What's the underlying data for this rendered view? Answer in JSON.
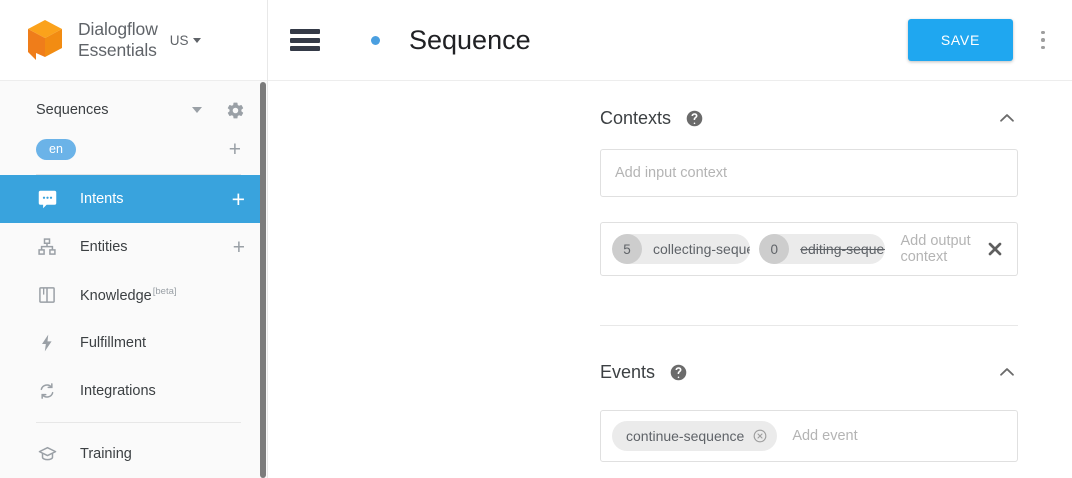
{
  "brand": {
    "logo_icon": "dialogflow-cube-logo",
    "name_line1": "Dialogflow",
    "name_line2": "Essentials",
    "region_label": "US",
    "region_caret_icon": "caret-down-icon",
    "logo_color": "#f07c1a",
    "logo_top_color": "#fba21b"
  },
  "sidebar": {
    "agent": {
      "name": "Sequences",
      "caret_icon": "caret-down-icon",
      "gear_icon": "gear-icon"
    },
    "language": {
      "code": "en",
      "add_icon": "plus-icon",
      "pill_color": "#6bb3e8"
    },
    "nav": [
      {
        "label": "Intents",
        "icon": "speech-bubble-icon",
        "active": true,
        "add": true,
        "beta": false
      },
      {
        "label": "Entities",
        "icon": "hierarchy-icon",
        "active": false,
        "add": true,
        "beta": false
      },
      {
        "label": "Knowledge",
        "icon": "book-icon",
        "active": false,
        "add": false,
        "beta": true,
        "beta_label": "[beta]"
      },
      {
        "label": "Fulfillment",
        "icon": "lightning-bolt-icon",
        "active": false,
        "add": false,
        "beta": false
      },
      {
        "label": "Integrations",
        "icon": "sync-arrows-icon",
        "active": false,
        "add": false,
        "beta": false
      },
      {
        "label": "Training",
        "icon": "graduation-cap-icon",
        "active": false,
        "add": false,
        "beta": false
      }
    ],
    "active_color": "#39a3dd",
    "scrollbar_color": "#7c7c7c"
  },
  "topbar": {
    "menu_icon": "hamburger-menu-icon",
    "status_dot_icon": "blue-dot-icon",
    "title": "Sequence",
    "save_label": "SAVE",
    "save_color": "#1fa7f0",
    "more_icon": "kebab-menu-icon"
  },
  "contexts": {
    "title": "Contexts",
    "help_icon": "help-circle-icon",
    "collapse_icon": "chevron-up-icon",
    "input_placeholder": "Add input context",
    "output_placeholder": "Add output context",
    "clear_icon": "close-x-icon",
    "output_chips": [
      {
        "lifespan": "5",
        "label": "collecting-sequence",
        "struck": false,
        "remove_icon": "chip-remove-icon"
      },
      {
        "lifespan": "0",
        "label": "editing-sequence",
        "struck": true,
        "remove_icon": "chip-remove-icon"
      }
    ]
  },
  "events": {
    "title": "Events",
    "help_icon": "help-circle-icon",
    "collapse_icon": "chevron-up-icon",
    "placeholder": "Add event",
    "chips": [
      {
        "label": "continue-sequence",
        "remove_icon": "chip-remove-icon"
      }
    ]
  }
}
